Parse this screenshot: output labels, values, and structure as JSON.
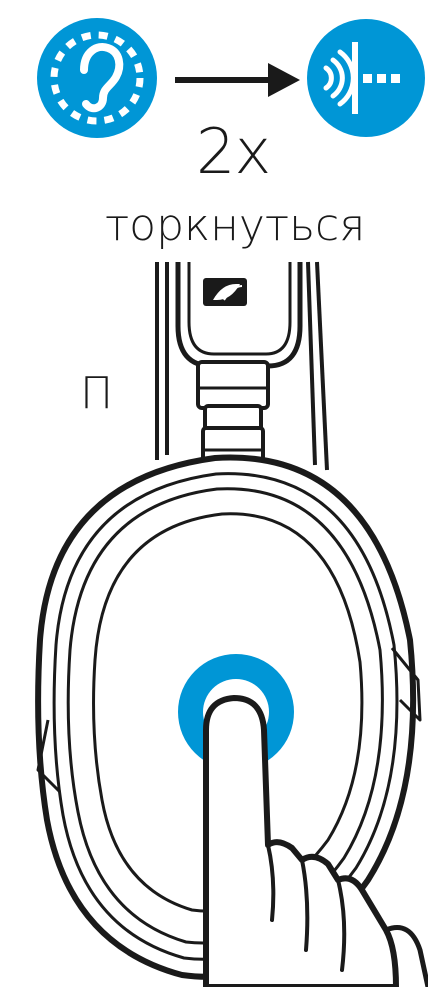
{
  "instruction": {
    "tap_count": "2x",
    "action": "торкнуться",
    "side_marker": "П"
  },
  "icons": {
    "from_mode": "hearing-ear-icon",
    "to_mode": "transparent-hearing-icon"
  },
  "colors": {
    "accent": "#0096d6",
    "line": "#1a1a1a",
    "background": "#ffffff"
  }
}
